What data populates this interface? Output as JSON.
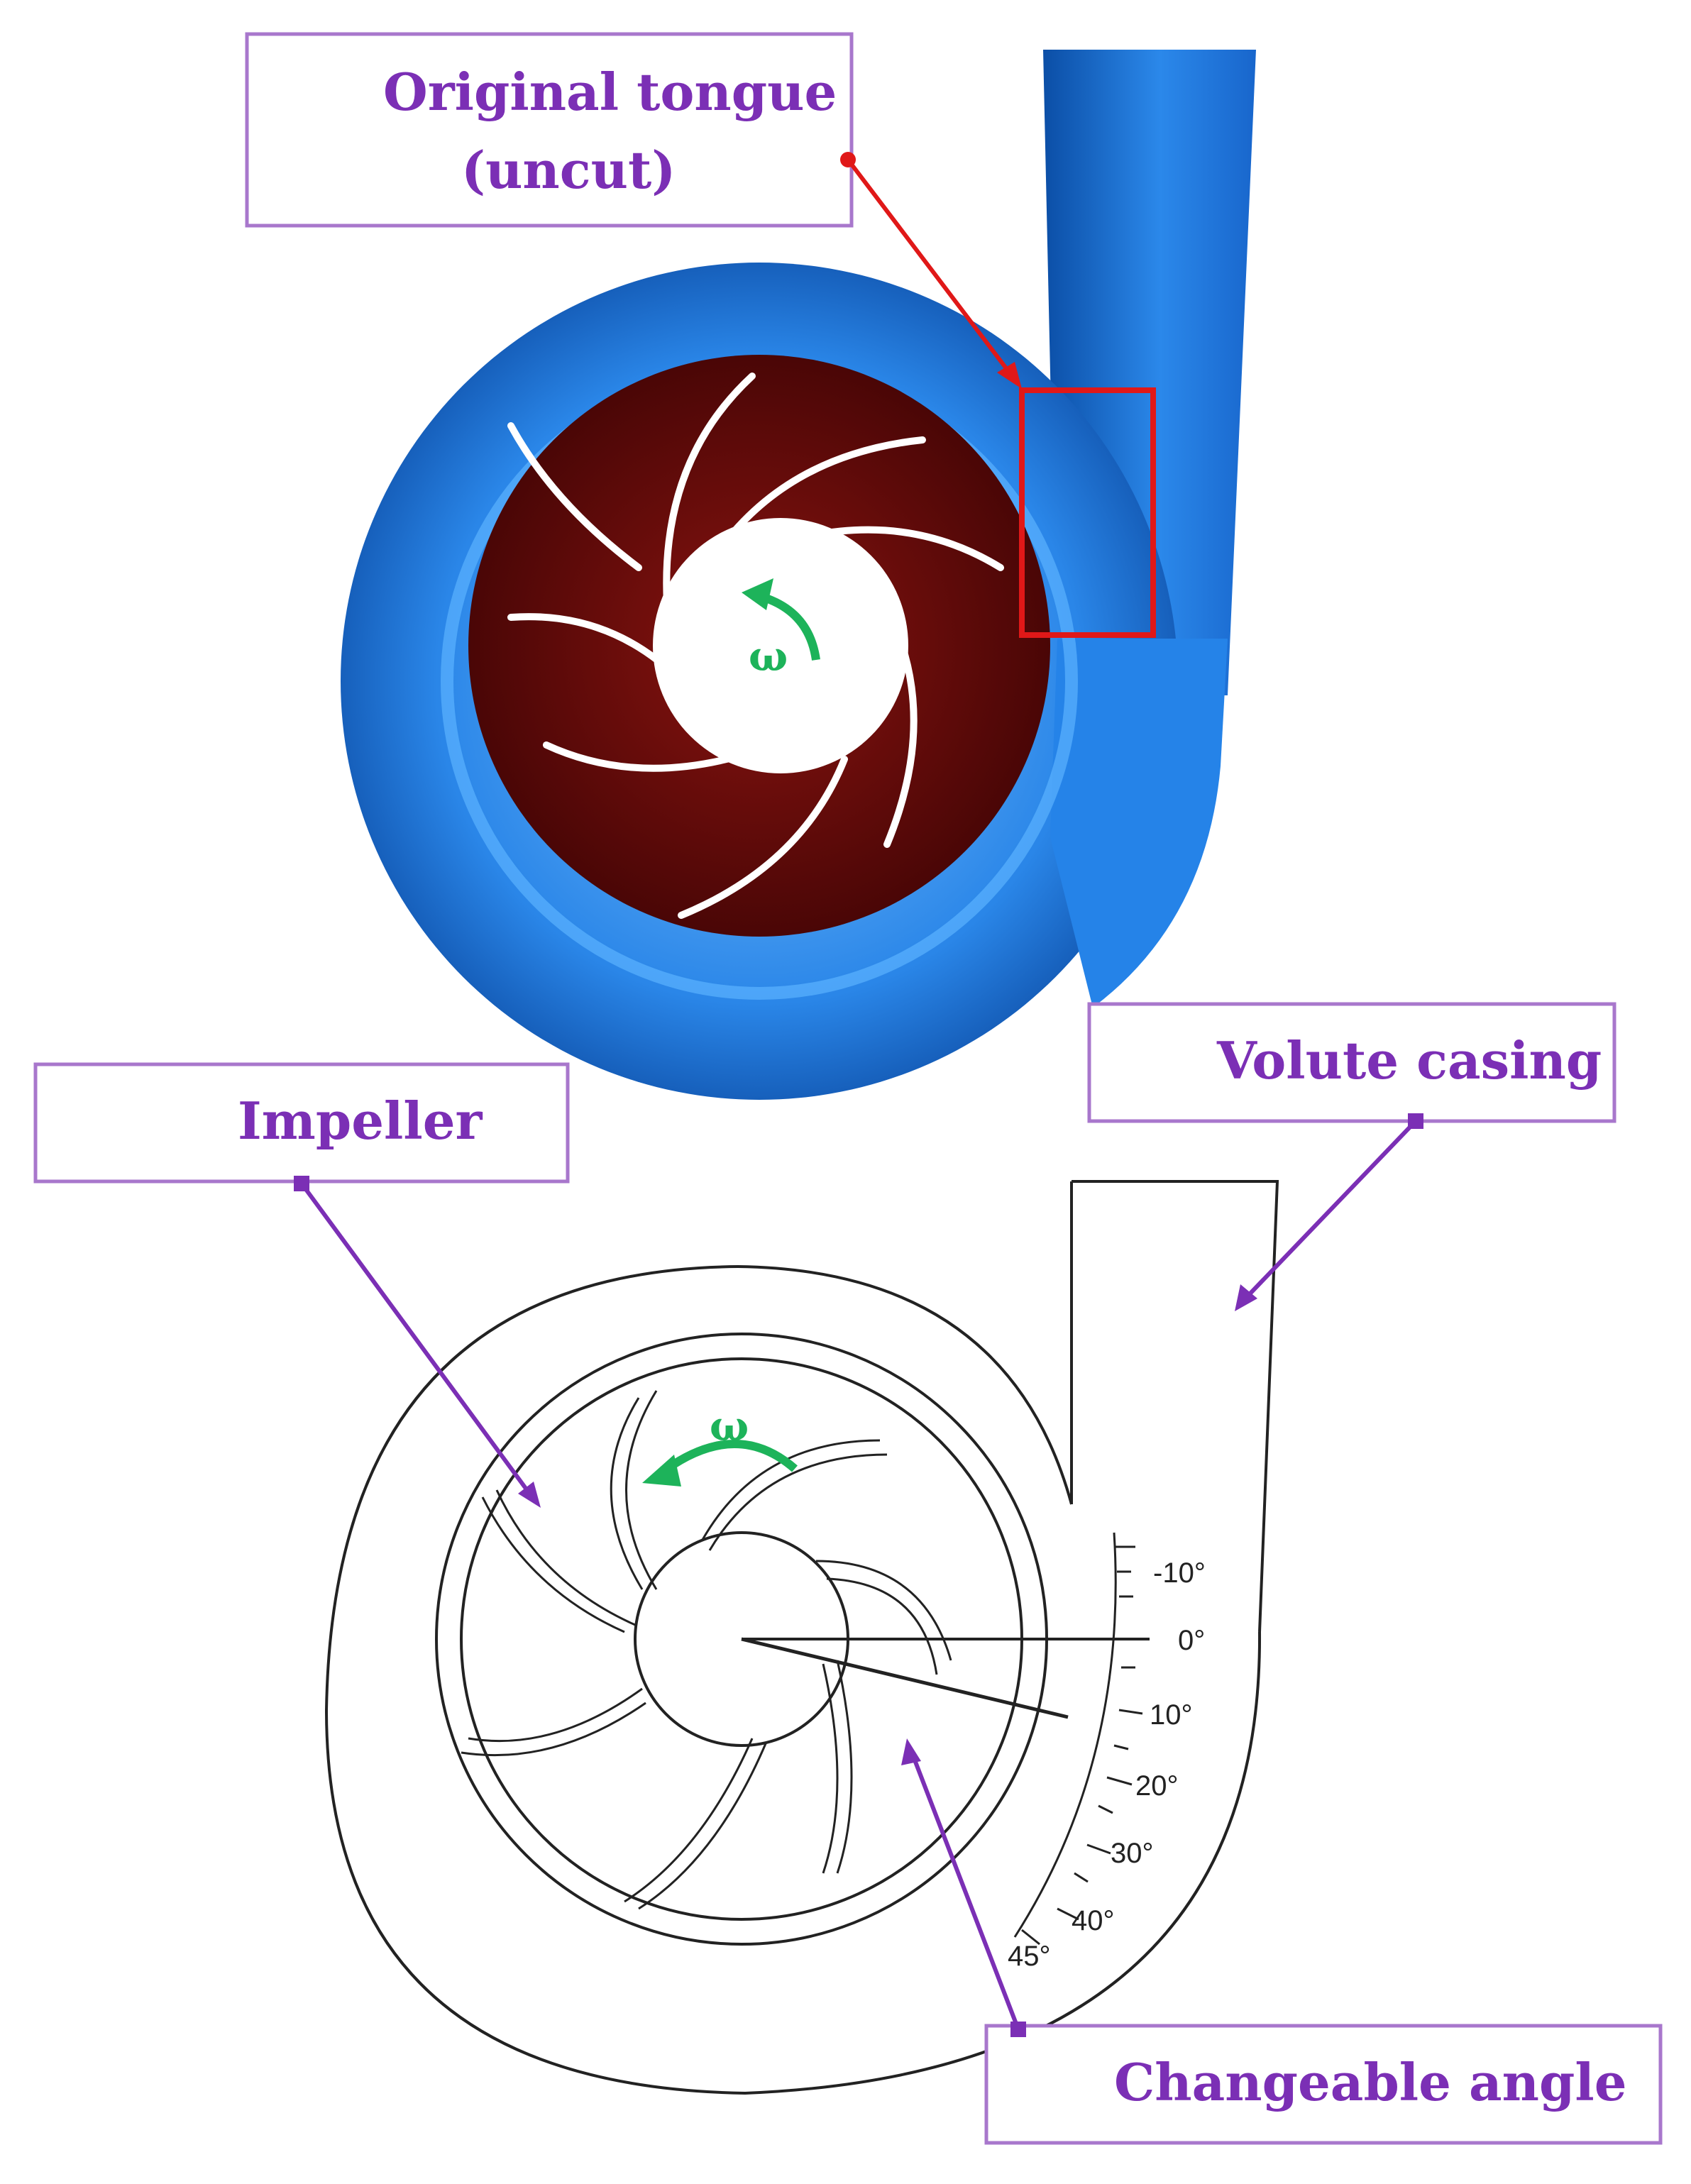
{
  "callouts": {
    "original_tongue_line1": "Original  tongue",
    "original_tongue_line2": "(uncut)",
    "impeller": "Impeller",
    "volute_casing": "Volute casing",
    "changeable_angle": "Changeable  angle"
  },
  "rotation_symbol": "ω",
  "angle_scale": {
    "labels": [
      "-10°",
      "0°",
      "10°",
      "20°",
      "30°",
      "40°",
      "45°"
    ]
  },
  "colors": {
    "callout": "#7b2fb5",
    "callout_arrow_purple": "#7b2fb5",
    "callout_arrow_red": "#e01818",
    "volute_blue": "#1f78e0",
    "impeller_red": "#5a0a08",
    "omega_green": "#1db35a",
    "highlight_box": "#e01818"
  }
}
